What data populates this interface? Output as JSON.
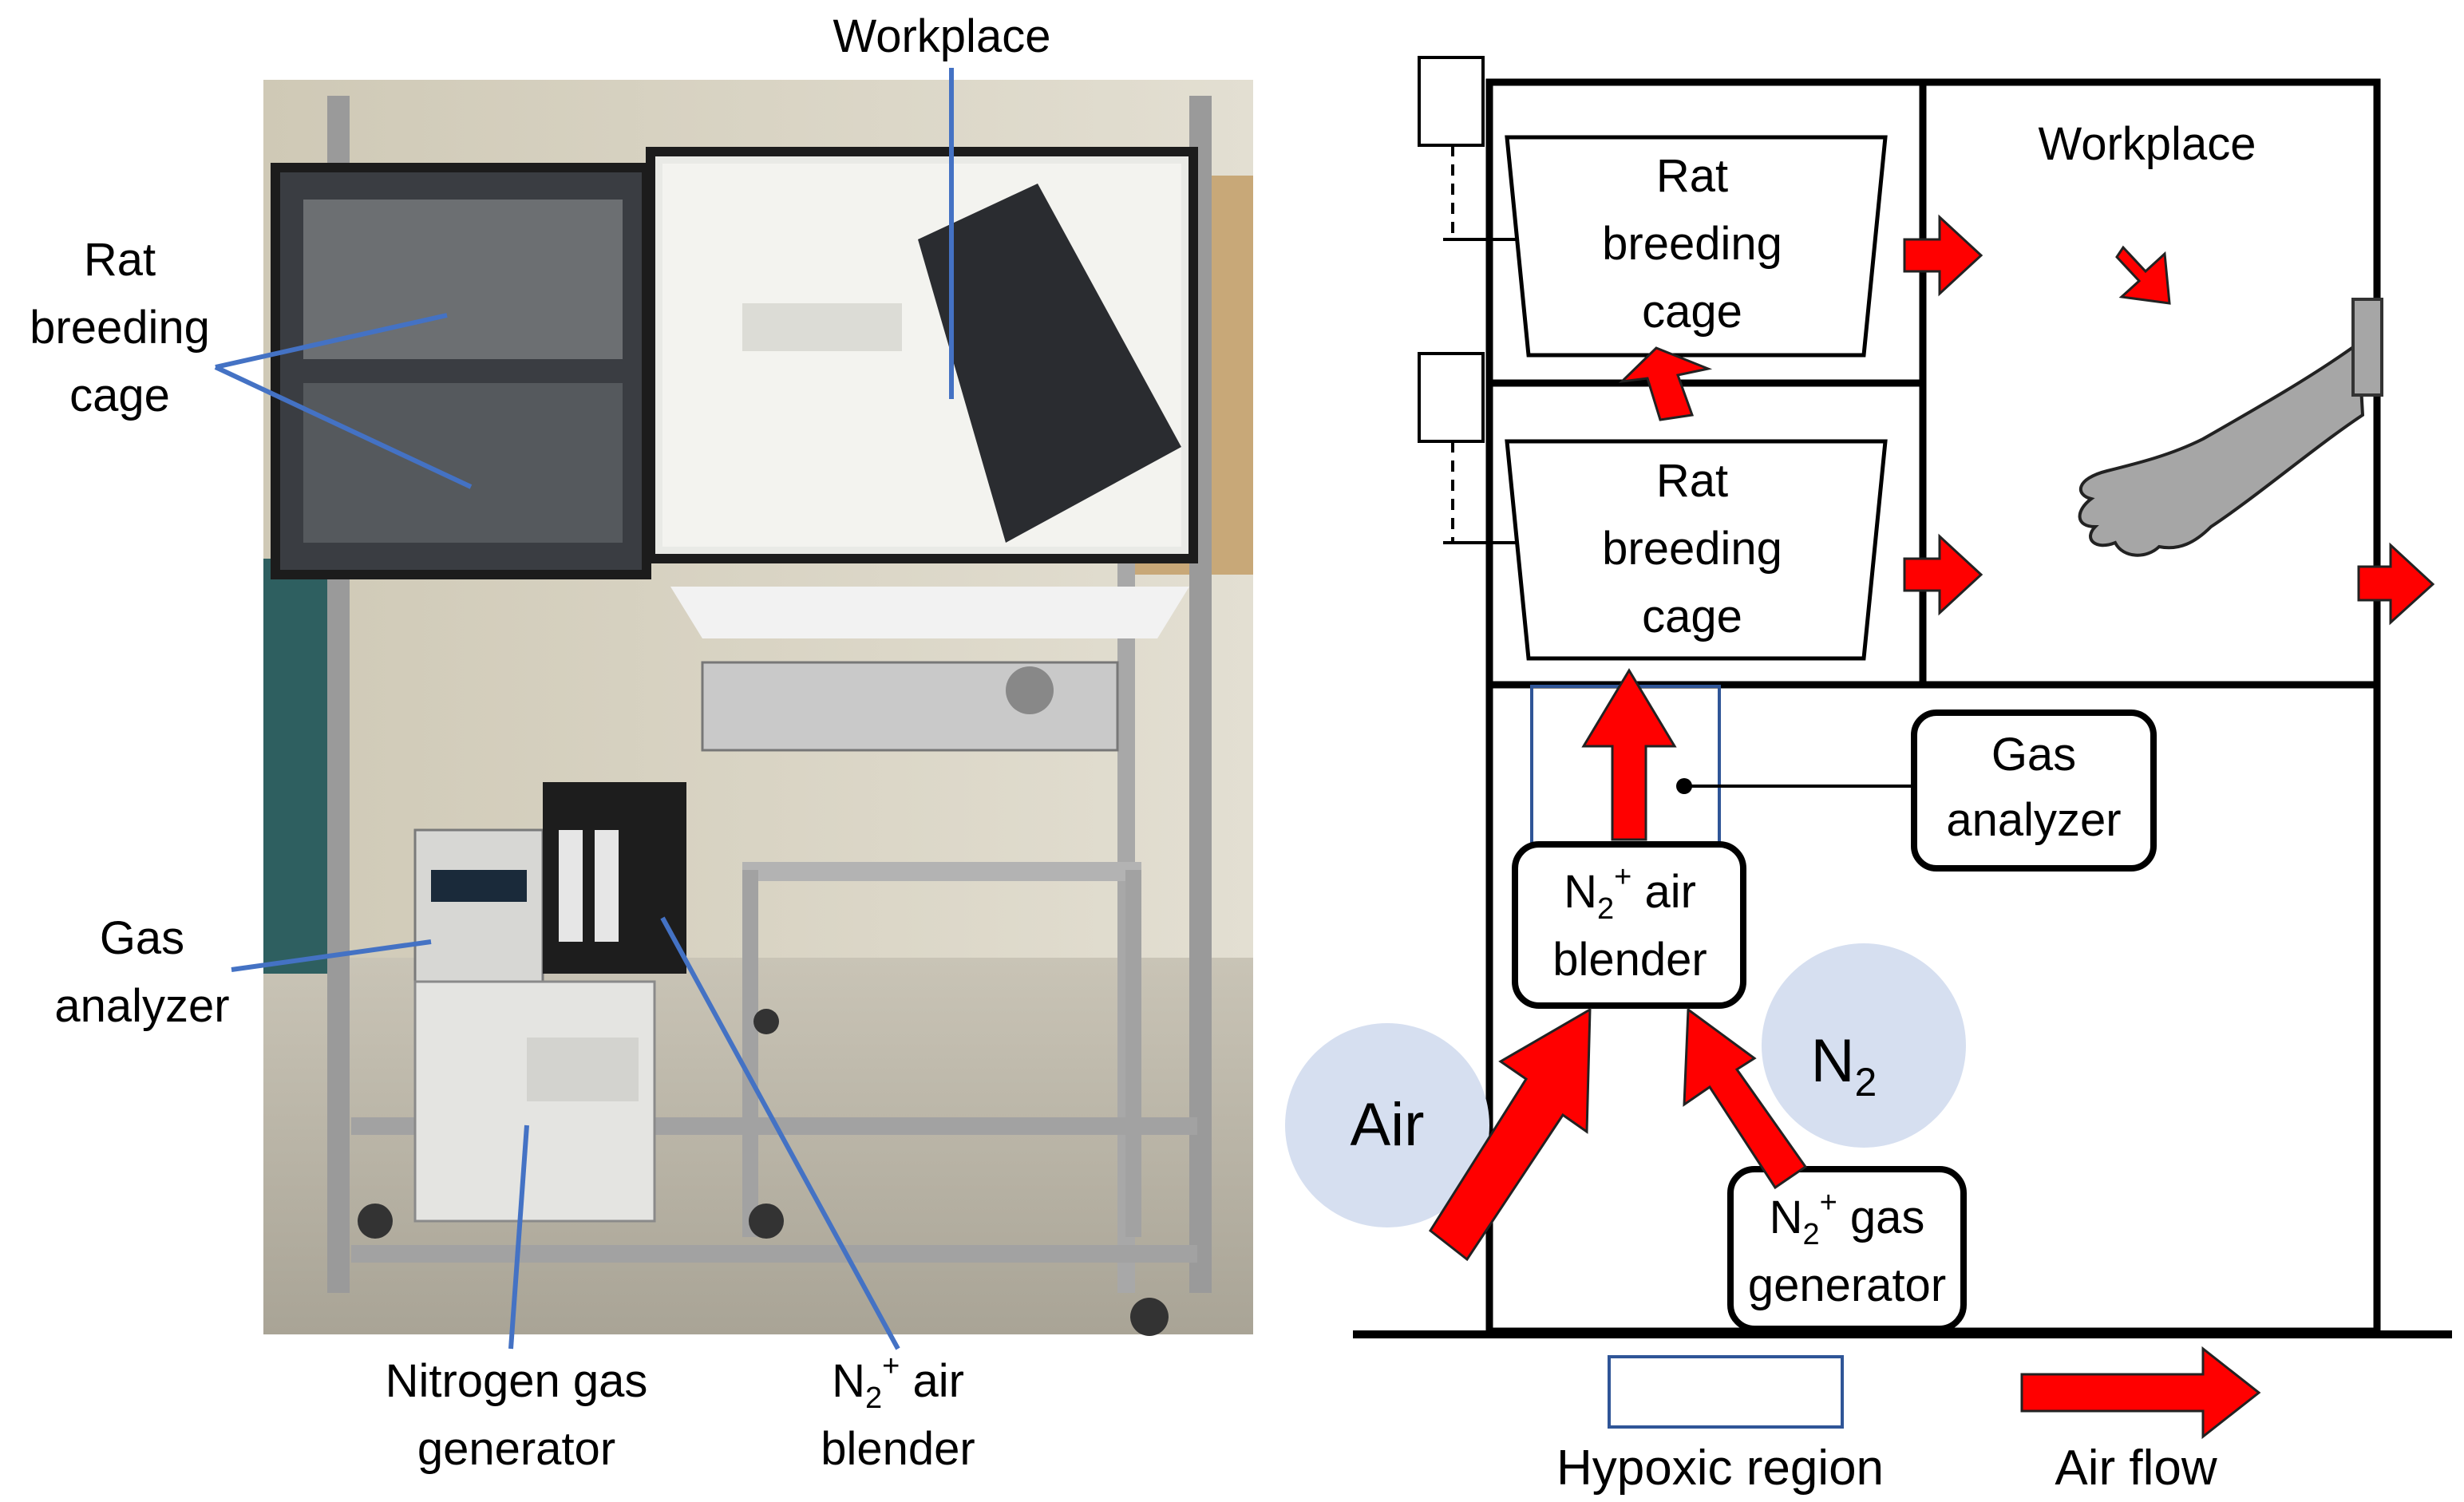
{
  "photo": {
    "labels": {
      "workplace": "Workplace",
      "rat_cage_1": "Rat",
      "rat_cage_2": "breeding",
      "rat_cage_3": "cage",
      "gas_analyzer_1": "Gas",
      "gas_analyzer_2": "analyzer",
      "n2_generator_1": "Nitrogen gas",
      "n2_generator_2": "generator",
      "blender_n": "N",
      "blender_sub": "2",
      "blender_sup": "+",
      "blender_rest": " air",
      "blender_2": "blender"
    }
  },
  "schematic": {
    "workplace": "Workplace",
    "cage_top": [
      "Rat",
      "breeding",
      "cage"
    ],
    "cage_bottom": [
      "Rat",
      "breeding",
      "cage"
    ],
    "gas_analyzer": [
      "Gas",
      "analyzer"
    ],
    "blender": {
      "n": "N",
      "sub": "2",
      "sup": "+",
      "rest": " air",
      "line2": "blender"
    },
    "generator": {
      "n": "N",
      "sub": "2",
      "sup": "+",
      "rest": " gas",
      "line2": "generator"
    },
    "air_bubble": "Air",
    "n2_bubble": {
      "n": "N",
      "sub": "2"
    }
  },
  "legend": {
    "hypoxic": "Hypoxic region",
    "airflow": "Air flow"
  },
  "colors": {
    "arrow_red": "#ff0000",
    "leader_blue": "#4472c4",
    "bubble": "#d6dff0",
    "glove_gray": "#a6a6a6",
    "hypoxic_box": "#2f5597"
  }
}
